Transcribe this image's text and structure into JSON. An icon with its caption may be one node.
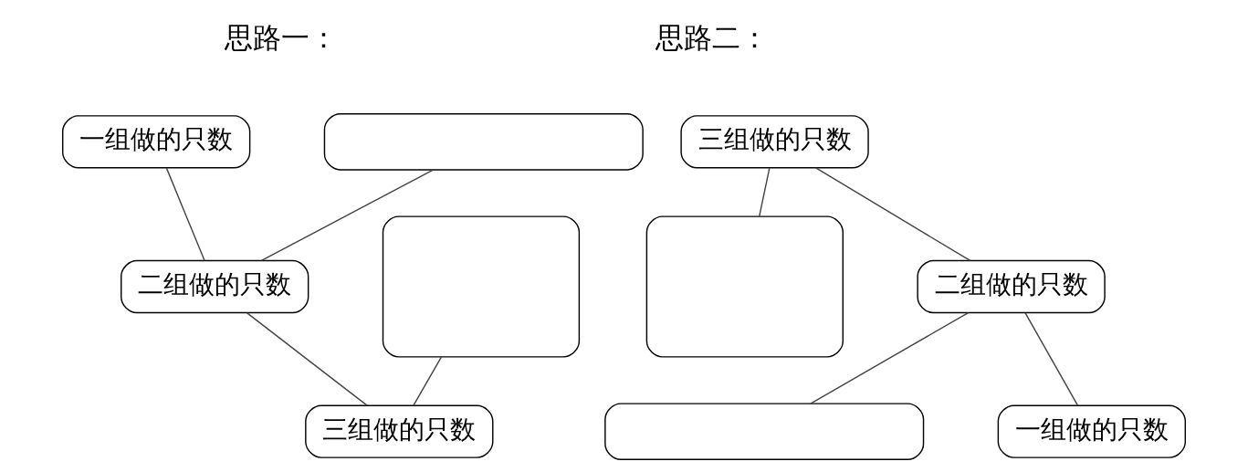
{
  "diagram": {
    "nodes": [
      {
        "text": [
          "一组做的只数"
        ]
      },
      {
        "text": [],
        "shape": "box"
      },
      {
        "text": [
          "二组做的只数"
        ]
      },
      {
        "text": [],
        "shape": "box"
      },
      {
        "text": [
          "三组做的只数"
        ]
      },
      {
        "text": [
          "三组做的只数"
        ]
      },
      {
        "text": [],
        "shape": "box"
      },
      {
        "text": [
          "二组做的只数"
        ]
      },
      {
        "text": [],
        "shape": "box"
      },
      {
        "text": [
          "一组做的只数"
        ]
      }
    ],
    "edges": [
      {
        "from": 0,
        "to": 2,
        "arrow": "none"
      },
      {
        "from": 1,
        "to": 2,
        "arrow": "none"
      },
      {
        "from": 2,
        "to": 4,
        "arrow": "none"
      },
      {
        "from": 3,
        "to": 4,
        "arrow": "none"
      },
      {
        "from": 5,
        "to": 6,
        "arrow": "none"
      },
      {
        "from": 5,
        "to": 7,
        "arrow": "none"
      },
      {
        "from": 7,
        "to": 8,
        "arrow": "none"
      },
      {
        "from": 7,
        "to": 9,
        "arrow": "none"
      }
    ],
    "labels": [
      "思路一：",
      "思路二："
    ]
  }
}
